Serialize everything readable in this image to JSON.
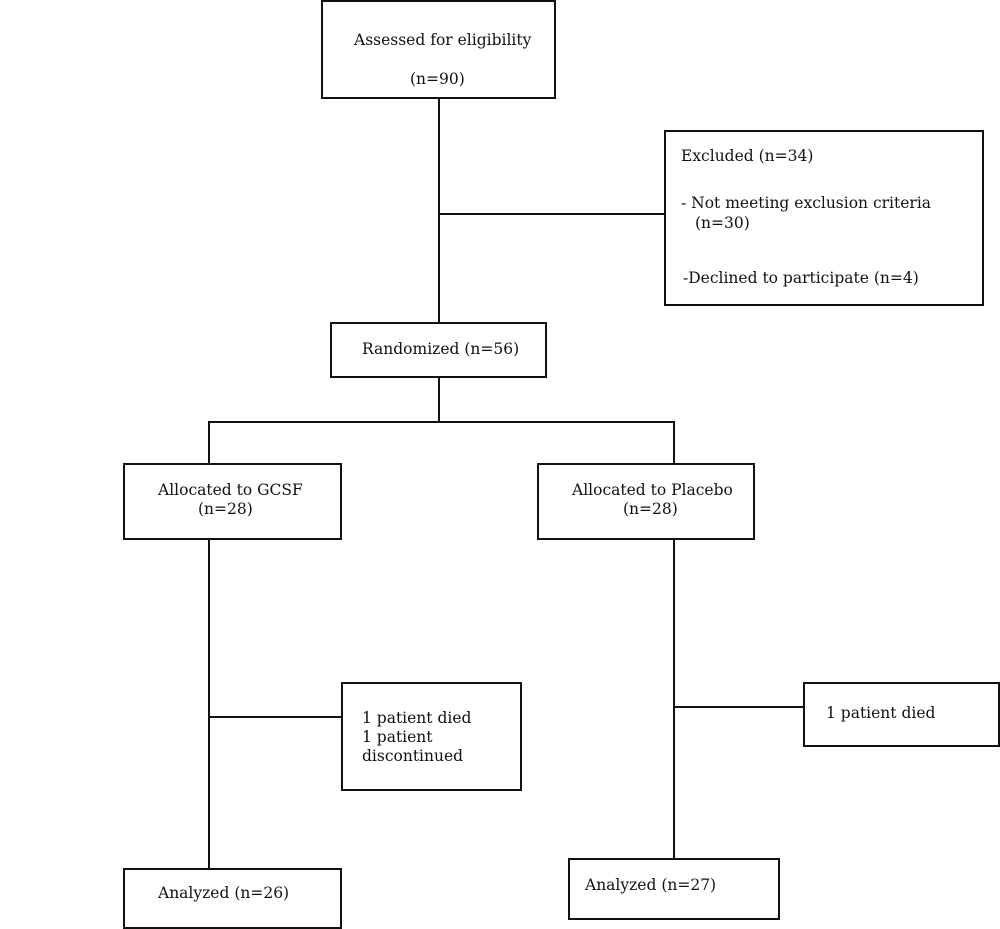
{
  "flowchart": {
    "eligibility": {
      "label": "Assessed for eligibility",
      "count": "(n=90)"
    },
    "excluded": {
      "title": "Excluded (n=34)",
      "item1_line1": "-  Not meeting exclusion criteria",
      "item1_line2": "(n=30)",
      "item2": "-Declined to participate (n=4)"
    },
    "randomized": {
      "label": "Randomized (n=56)"
    },
    "gcsf": {
      "label": "Allocated to GCSF",
      "count": "(n=28)"
    },
    "placebo": {
      "label": "Allocated to Placebo",
      "count": "(n=28)"
    },
    "gcsf_loss": {
      "line1": "1 patient died",
      "line2": "1 patient",
      "line3": "discontinued"
    },
    "placebo_loss": {
      "line1": "1 patient died"
    },
    "gcsf_analyzed": {
      "label": "Analyzed (n=26)"
    },
    "placebo_analyzed": {
      "label": "Analyzed (n=27)"
    }
  }
}
